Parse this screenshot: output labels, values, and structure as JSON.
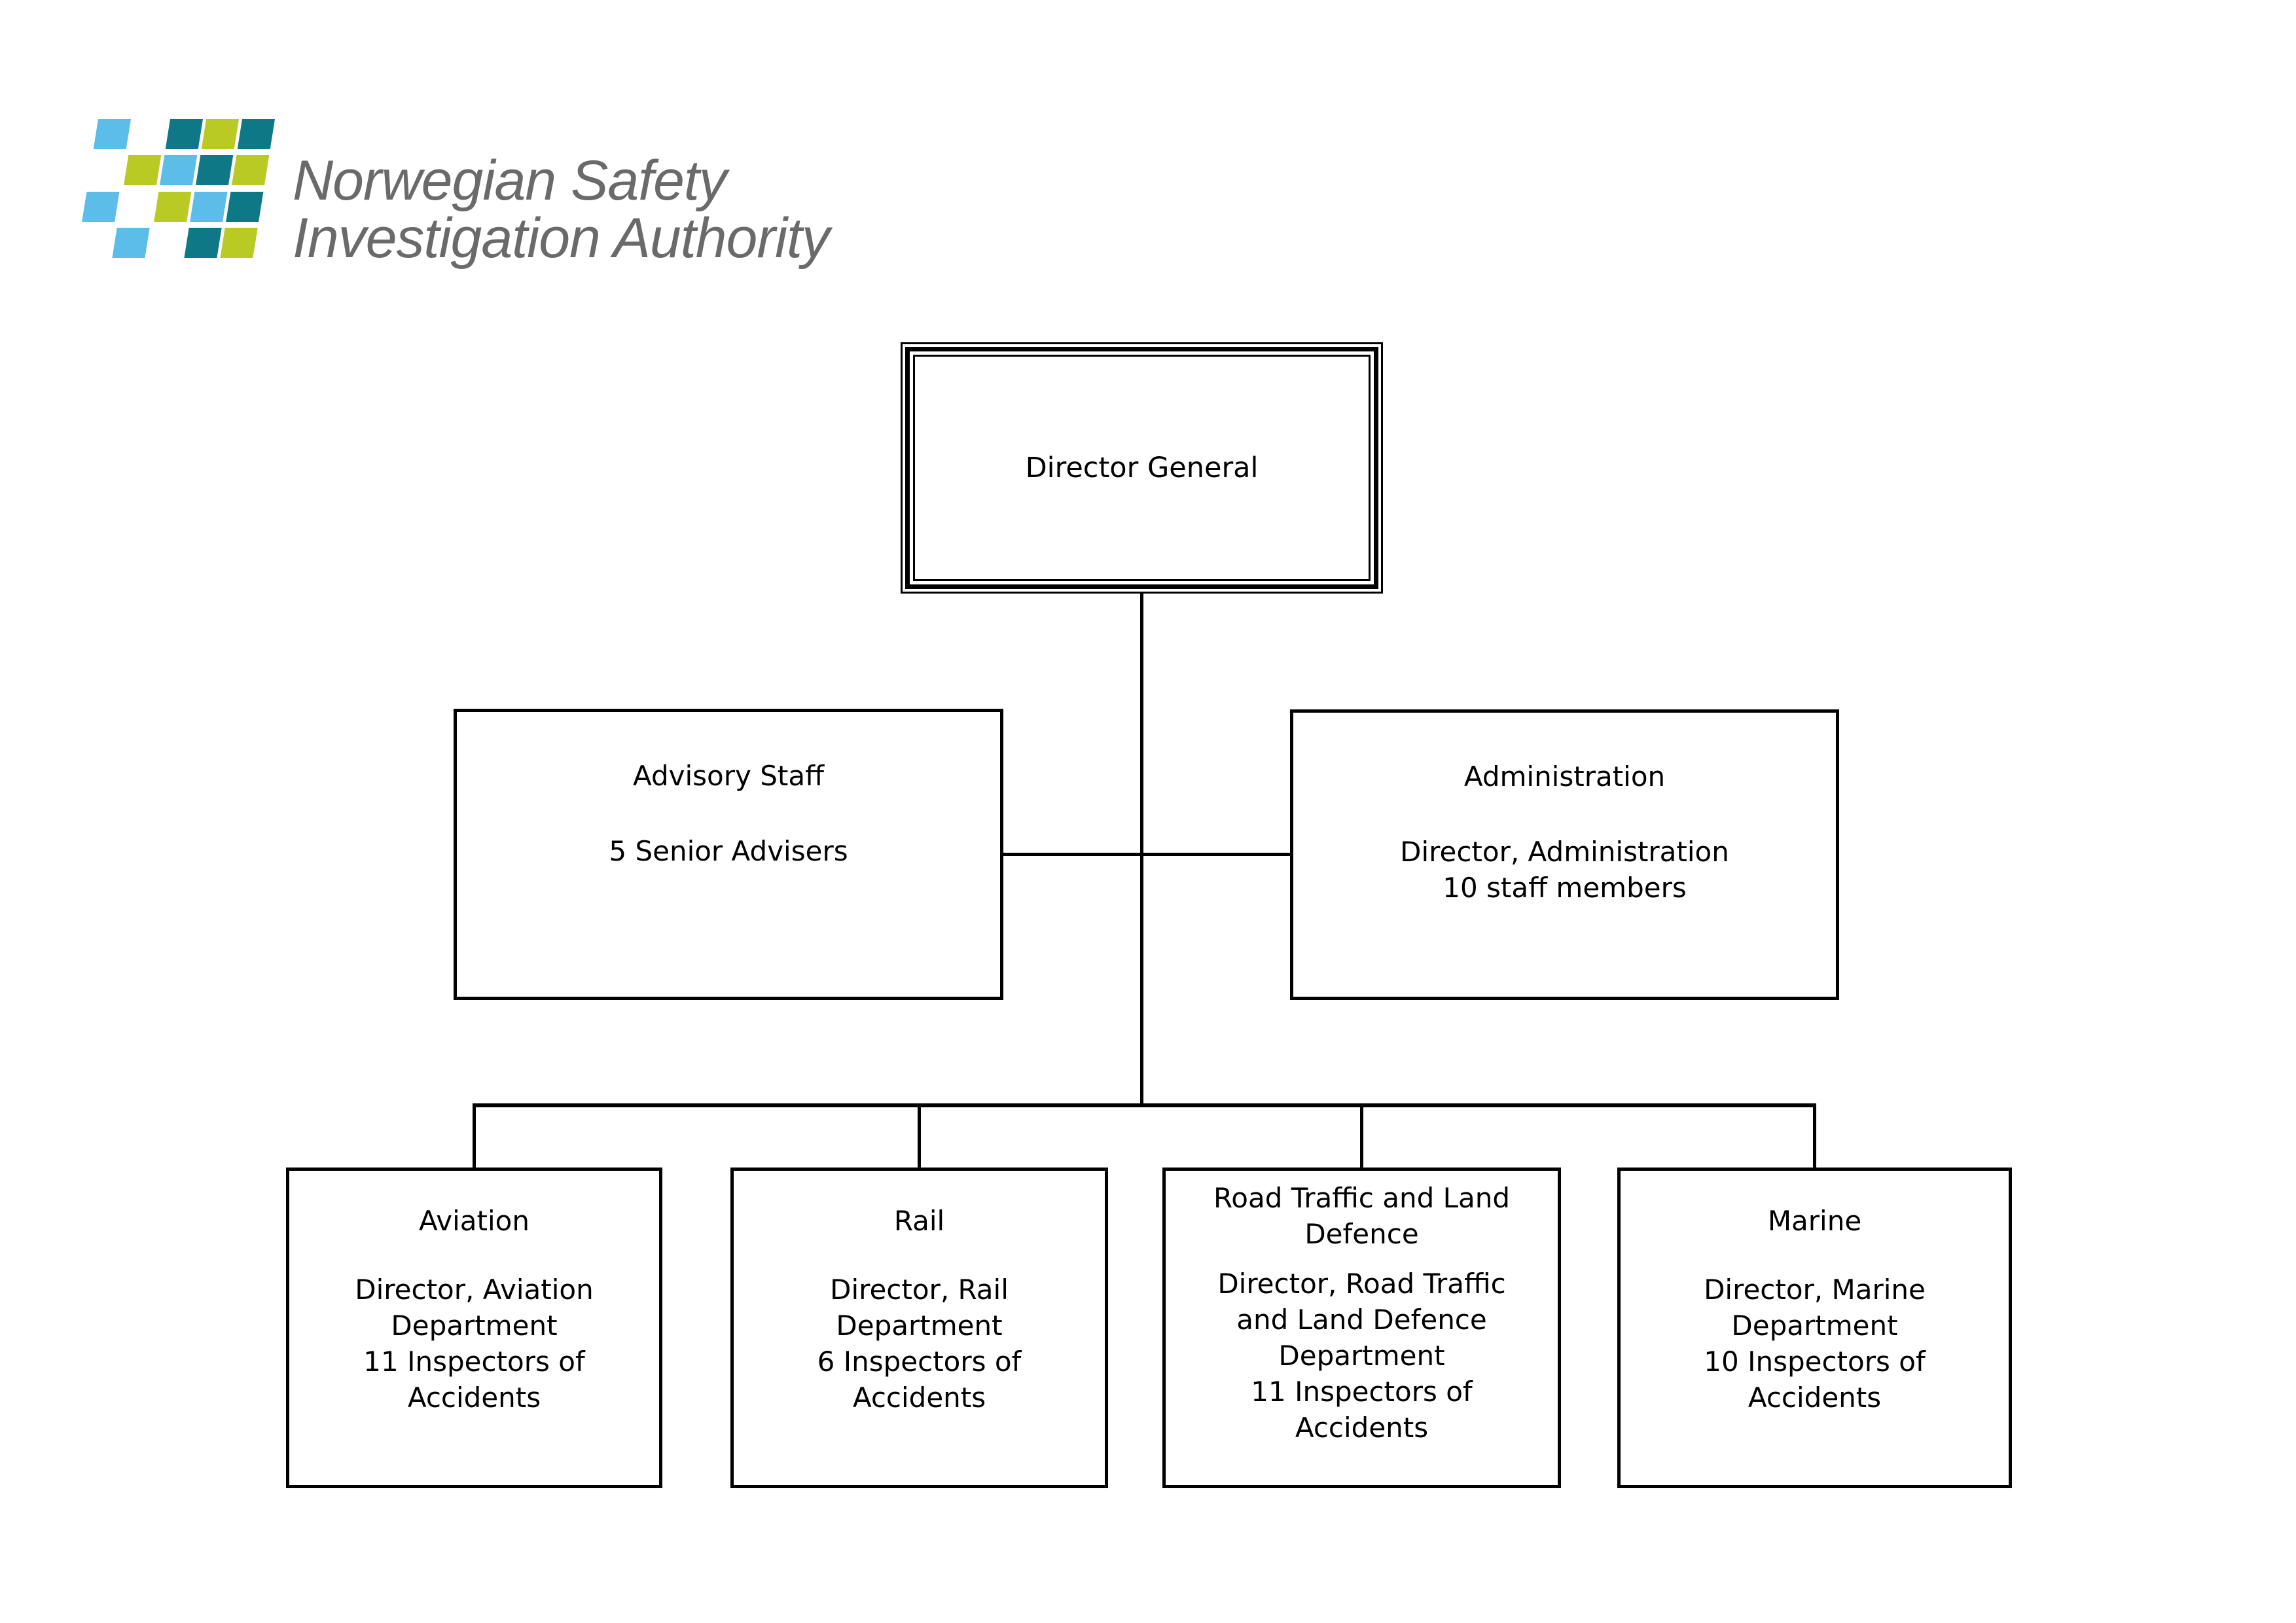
{
  "logo": {
    "wordmark_line1": "Norwegian Safety",
    "wordmark_line2": "Investigation Authority",
    "palette": {
      "blue": "#5cbde8",
      "teal": "#0f7887",
      "green": "#b9ca24",
      "wordmark_gray": "#6a6a6a"
    },
    "mosaic_grid": [
      [
        "blue",
        null,
        "teal",
        "green",
        "teal"
      ],
      [
        null,
        "green",
        "blue",
        "teal",
        "green"
      ],
      [
        "blue",
        null,
        "green",
        "blue",
        "teal"
      ],
      [
        null,
        "blue",
        null,
        "teal",
        "green"
      ]
    ]
  },
  "chart": {
    "director_general": {
      "title": "Director General"
    },
    "advisory_staff": {
      "title": "Advisory Staff",
      "body": "5 Senior Advisers"
    },
    "administration": {
      "title": "Administration",
      "body": "Director, Administration\n10 staff members"
    },
    "aviation": {
      "title": "Aviation",
      "body": "Director, Aviation\nDepartment\n11 Inspectors of\nAccidents"
    },
    "rail": {
      "title": "Rail",
      "body": "Director, Rail\nDepartment\n6 Inspectors of\nAccidents"
    },
    "road_traffic": {
      "title": "Road Traffic and Land\nDefence",
      "body": "Director, Road Traffic\nand Land Defence\nDepartment\n11 Inspectors of\nAccidents"
    },
    "marine": {
      "title": "Marine",
      "body": "Director, Marine\nDepartment\n10 Inspectors of\nAccidents"
    }
  }
}
